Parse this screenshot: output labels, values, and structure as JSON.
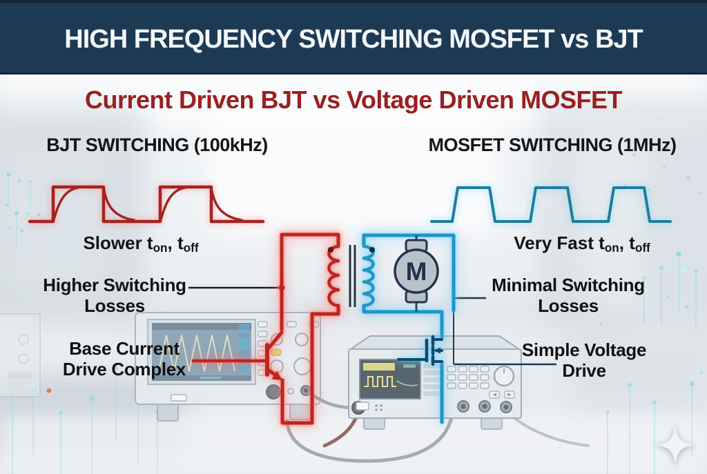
{
  "header": {
    "title": "HIGH FREQUENCY SWITCHING MOSFET vs BJT"
  },
  "subtitle": "Current Driven BJT vs Voltage Driven MOSFET",
  "bjt": {
    "heading": "BJT SWITCHING (100kHz)",
    "timing": {
      "lead": "Slower t",
      "sub_on": "on",
      "sep": ", t",
      "sub_off": "off"
    },
    "label_losses_1": "Higher Switching",
    "label_losses_2": "Losses",
    "label_drive_1": "Base Current",
    "label_drive_2": "Drive Complex"
  },
  "mosfet": {
    "heading": "MOSFET SWITCHING (1MHz)",
    "timing": {
      "lead": "Very Fast t",
      "sub_on": "on",
      "sep": ", t",
      "sub_off": "off"
    },
    "label_losses_1": "Minimal Switching",
    "label_losses_2": "Losses",
    "label_drive_1": "Simple Voltage",
    "label_drive_2": "Drive"
  },
  "circuit": {
    "motor_label": "M"
  },
  "colors": {
    "header_bg": "#1d3a55",
    "subtitle_red": "#9b1f1f",
    "bjt_circuit_red": "#c02421",
    "bjt_wave_red": "#a62220",
    "mosfet_circuit_blue": "#2095c8",
    "mosfet_wave_teal": "#1d7d9c",
    "symbol_navy": "#0f4a70",
    "pointer_dark": "#1c3850"
  }
}
